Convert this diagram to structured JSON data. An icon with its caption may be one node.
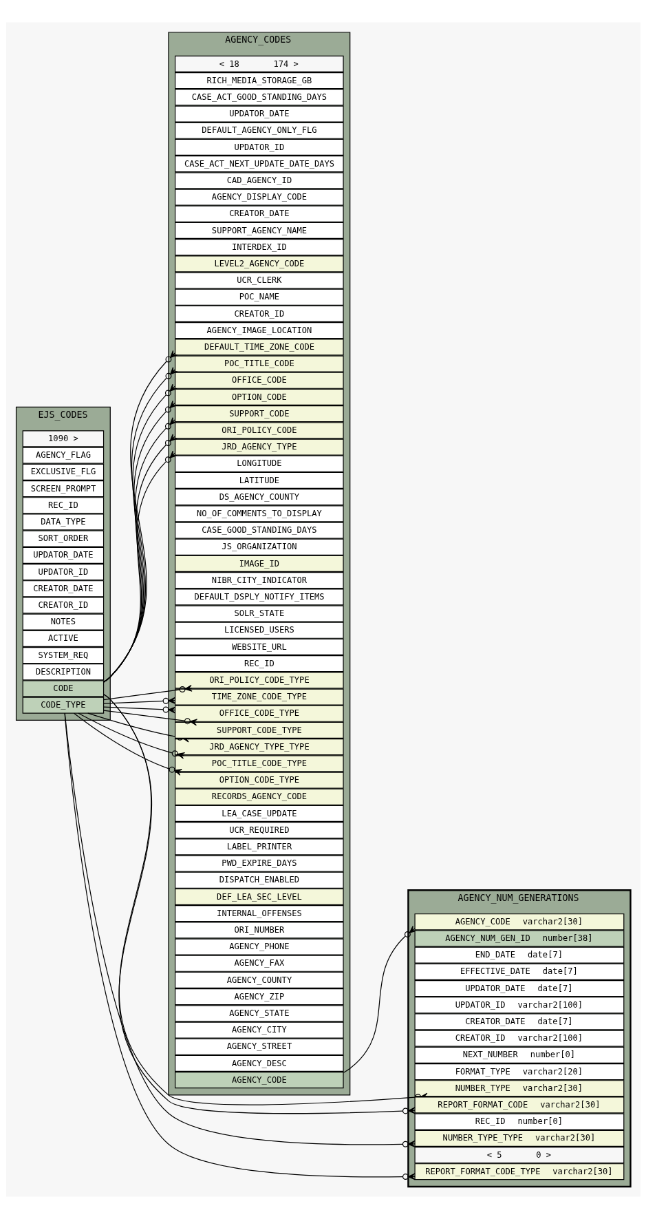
{
  "diagram": {
    "nodes": [
      {
        "text": [
          "AGENCY_CODES"
        ]
      },
      {
        "text": [
          "AGENCY_CODE"
        ],
        "in": 0
      },
      {
        "text": [
          "AGENCY_DESC"
        ],
        "in": 0
      },
      {
        "text": [
          "AGENCY_STREET"
        ],
        "in": 0
      },
      {
        "text": [
          "AGENCY_CITY"
        ],
        "in": 0
      },
      {
        "text": [
          "AGENCY_STATE"
        ],
        "in": 0
      },
      {
        "text": [
          "AGENCY_ZIP"
        ],
        "in": 0
      },
      {
        "text": [
          "AGENCY_COUNTY"
        ],
        "in": 0
      },
      {
        "text": [
          "AGENCY_FAX"
        ],
        "in": 0
      },
      {
        "text": [
          "AGENCY_PHONE"
        ],
        "in": 0
      },
      {
        "text": [
          "ORI_NUMBER"
        ],
        "in": 0
      },
      {
        "text": [
          "INTERNAL_OFFENSES"
        ],
        "in": 0
      },
      {
        "text": [
          "DEF_LEA_SEC_LEVEL"
        ],
        "in": 0
      },
      {
        "text": [
          "DISPATCH_ENABLED"
        ],
        "in": 0
      },
      {
        "text": [
          "PWD_EXPIRE_DAYS"
        ],
        "in": 0
      },
      {
        "text": [
          "LABEL_PRINTER"
        ],
        "in": 0
      },
      {
        "text": [
          "UCR_REQUIRED"
        ],
        "in": 0
      },
      {
        "text": [
          "LEA_CASE_UPDATE"
        ],
        "in": 0
      },
      {
        "text": [
          "RECORDS_AGENCY_CODE"
        ],
        "in": 0
      },
      {
        "text": [
          "OFFICE_CODE"
        ],
        "in": 0
      },
      {
        "text": [
          "UCR_CLERK"
        ],
        "in": 0
      },
      {
        "text": [
          "CAD_AGENCY_ID"
        ],
        "in": 0
      },
      {
        "text": [
          "JRD_AGENCY_TYPE"
        ],
        "in": 0
      },
      {
        "text": [
          "LEVEL2_AGENCY_CODE"
        ],
        "in": 0
      },
      {
        "text": [
          "POC_TITLE_CODE"
        ],
        "in": 0
      },
      {
        "text": [
          "POC_NAME"
        ],
        "in": 0
      },
      {
        "text": [
          "AGENCY_DISPLAY_CODE"
        ],
        "in": 0
      },
      {
        "text": [
          "DEFAULT_AGENCY_ONLY_FLG"
        ],
        "in": 0
      },
      {
        "text": [
          "DEFAULT_TIME_ZONE_CODE"
        ],
        "in": 0
      },
      {
        "text": [
          "AGENCY_IMAGE_LOCATION"
        ],
        "in": 0
      },
      {
        "text": [
          "JRD_AGENCY_TYPE_TYPE"
        ],
        "in": 0
      },
      {
        "text": [
          "OFFICE_CODE_TYPE"
        ],
        "in": 0
      },
      {
        "text": [
          "POC_TITLE_CODE_TYPE"
        ],
        "in": 0
      },
      {
        "text": [
          "WEBSITE_URL"
        ],
        "in": 0
      },
      {
        "text": [
          "DEFAULT_DSPLY_NOTIFY_ITEMS"
        ],
        "in": 0
      },
      {
        "text": [
          "TIME_ZONE_CODE_TYPE"
        ],
        "in": 0
      },
      {
        "text": [
          "REC_ID"
        ],
        "in": 0
      },
      {
        "text": [
          "NIBR_CITY_INDICATOR"
        ],
        "in": 0
      },
      {
        "text": [
          "IMAGE_ID"
        ],
        "in": 0
      },
      {
        "text": [
          "JS_ORGANIZATION"
        ],
        "in": 0
      },
      {
        "text": [
          "CASE_GOOD_STANDING_DAYS"
        ],
        "in": 0
      },
      {
        "text": [
          "NO_OF_COMMENTS_TO_DISPLAY"
        ],
        "in": 0
      },
      {
        "text": [
          "DS_AGENCY_COUNTY"
        ],
        "in": 0
      },
      {
        "text": [
          "LATITUDE"
        ],
        "in": 0
      },
      {
        "text": [
          "LONGITUDE"
        ],
        "in": 0
      },
      {
        "text": [
          "SUPPORT_CODE"
        ],
        "in": 0
      },
      {
        "text": [
          "SUPPORT_CODE_TYPE"
        ],
        "in": 0
      },
      {
        "text": [
          "LICENSED_USERS"
        ],
        "in": 0
      },
      {
        "text": [
          "SOLR_STATE"
        ],
        "in": 0
      },
      {
        "text": [
          "OPTION_CODE_TYPE"
        ],
        "in": 0
      },
      {
        "text": [
          "OPTION_CODE"
        ],
        "in": 0
      },
      {
        "text": [
          "CREATOR_ID"
        ],
        "in": 0
      },
      {
        "text": [
          "CREATOR_DATE"
        ],
        "in": 0
      },
      {
        "text": [
          "UPDATOR_ID"
        ],
        "in": 0
      },
      {
        "text": [
          "UPDATOR_DATE"
        ],
        "in": 0
      },
      {
        "text": [
          "ORI_POLICY_CODE_TYPE"
        ],
        "in": 0
      },
      {
        "text": [
          "ORI_POLICY_CODE"
        ],
        "in": 0
      },
      {
        "text": [
          "INTERDEX_ID"
        ],
        "in": 0
      },
      {
        "text": [
          "SUPPORT_AGENCY_NAME"
        ],
        "in": 0
      },
      {
        "text": [
          "CASE_ACT_NEXT_UPDATE_DATE_DAYS"
        ],
        "in": 0
      },
      {
        "text": [
          "CASE_ACT_GOOD_STANDING_DAYS"
        ],
        "in": 0
      },
      {
        "text": [
          "RICH_MEDIA_STORAGE_GB"
        ],
        "in": 0
      },
      {
        "text": [
          "< 18",
          "174 >"
        ],
        "in": 0
      },
      {
        "text": [
          "AGENCY_NUM_GENERATIONS"
        ]
      },
      {
        "text": [
          "AGENCY_CODE",
          "varchar2[30]"
        ],
        "in": 63
      },
      {
        "text": [
          "NUMBER_TYPE",
          "varchar2[30]"
        ],
        "in": 63
      },
      {
        "text": [
          "FORMAT_TYPE",
          "varchar2[20]"
        ],
        "in": 63
      },
      {
        "text": [
          "NEXT_NUMBER",
          "number[0]"
        ],
        "in": 63
      },
      {
        "text": [
          "CREATOR_ID",
          "varchar2[100]"
        ],
        "in": 63
      },
      {
        "text": [
          "CREATOR_DATE",
          "date[7]"
        ],
        "in": 63
      },
      {
        "text": [
          "UPDATOR_ID",
          "varchar2[100]"
        ],
        "in": 63
      },
      {
        "text": [
          "UPDATOR_DATE",
          "date[7]"
        ],
        "in": 63
      },
      {
        "text": [
          "EFFECTIVE_DATE",
          "date[7]"
        ],
        "in": 63
      },
      {
        "text": [
          "END_DATE",
          "date[7]"
        ],
        "in": 63
      },
      {
        "text": [
          "AGENCY_NUM_GEN_ID",
          "number[38]"
        ],
        "in": 63
      },
      {
        "text": [
          "NUMBER_TYPE_TYPE",
          "varchar2[30]"
        ],
        "in": 63
      },
      {
        "text": [
          "REC_ID",
          "number[0]"
        ],
        "in": 63
      },
      {
        "text": [
          "REPORT_FORMAT_CODE",
          "varchar2[30]"
        ],
        "in": 63
      },
      {
        "text": [
          "REPORT_FORMAT_CODE_TYPE",
          "varchar2[30]"
        ],
        "in": 63
      },
      {
        "text": [
          "< 5",
          "0 >"
        ],
        "in": 63
      },
      {
        "text": [
          "EJS_CODES"
        ]
      },
      {
        "text": [
          "CODE_TYPE"
        ],
        "in": 80
      },
      {
        "text": [
          "CODE"
        ],
        "in": 80
      },
      {
        "text": [
          "DESCRIPTION"
        ],
        "in": 80
      },
      {
        "text": [
          "SYSTEM_REQ"
        ],
        "in": 80
      },
      {
        "text": [
          "ACTIVE"
        ],
        "in": 80
      },
      {
        "text": [
          "NOTES"
        ],
        "in": 80
      },
      {
        "text": [
          "CREATOR_ID"
        ],
        "in": 80
      },
      {
        "text": [
          "CREATOR_DATE"
        ],
        "in": 80
      },
      {
        "text": [
          "UPDATOR_ID"
        ],
        "in": 80
      },
      {
        "text": [
          "UPDATOR_DATE"
        ],
        "in": 80
      },
      {
        "text": [
          "SORT_ORDER"
        ],
        "in": 80
      },
      {
        "text": [
          "DATA_TYPE"
        ],
        "in": 80
      },
      {
        "text": [
          "REC_ID"
        ],
        "in": 80
      },
      {
        "text": [
          "SCREEN_PROMPT"
        ],
        "in": 80
      },
      {
        "text": [
          "EXCLUSIVE_FLG"
        ],
        "in": 80
      },
      {
        "text": [
          "AGENCY_FLAG"
        ],
        "in": 80
      },
      {
        "text": [
          "1090 >"
        ],
        "in": 80
      }
    ],
    "edges": [
      {
        "from": 1,
        "to": 64,
        "arrow": "other"
      },
      {
        "from": 82,
        "to": 65,
        "arrow": "other"
      },
      {
        "from": 81,
        "to": 75,
        "arrow": "other"
      },
      {
        "from": 82,
        "to": 77,
        "arrow": "other"
      },
      {
        "from": 81,
        "to": 78,
        "arrow": "other"
      },
      {
        "from": 82,
        "to": 19,
        "arrow": "other"
      },
      {
        "from": 82,
        "to": 22,
        "arrow": "other"
      },
      {
        "from": 82,
        "to": 24,
        "arrow": "other"
      },
      {
        "from": 82,
        "to": 28,
        "arrow": "other"
      },
      {
        "from": 81,
        "to": 30,
        "arrow": "other"
      },
      {
        "from": 81,
        "to": 31,
        "arrow": "other"
      },
      {
        "from": 81,
        "to": 32,
        "arrow": "other"
      },
      {
        "from": 81,
        "to": 35,
        "arrow": "other"
      },
      {
        "from": 82,
        "to": 45,
        "arrow": "other"
      },
      {
        "from": 81,
        "to": 46,
        "arrow": "other"
      },
      {
        "from": 81,
        "to": 49,
        "arrow": "other"
      },
      {
        "from": 82,
        "to": 50,
        "arrow": "other"
      },
      {
        "from": 81,
        "to": 55,
        "arrow": "other"
      },
      {
        "from": 82,
        "to": 56,
        "arrow": "other"
      }
    ]
  }
}
